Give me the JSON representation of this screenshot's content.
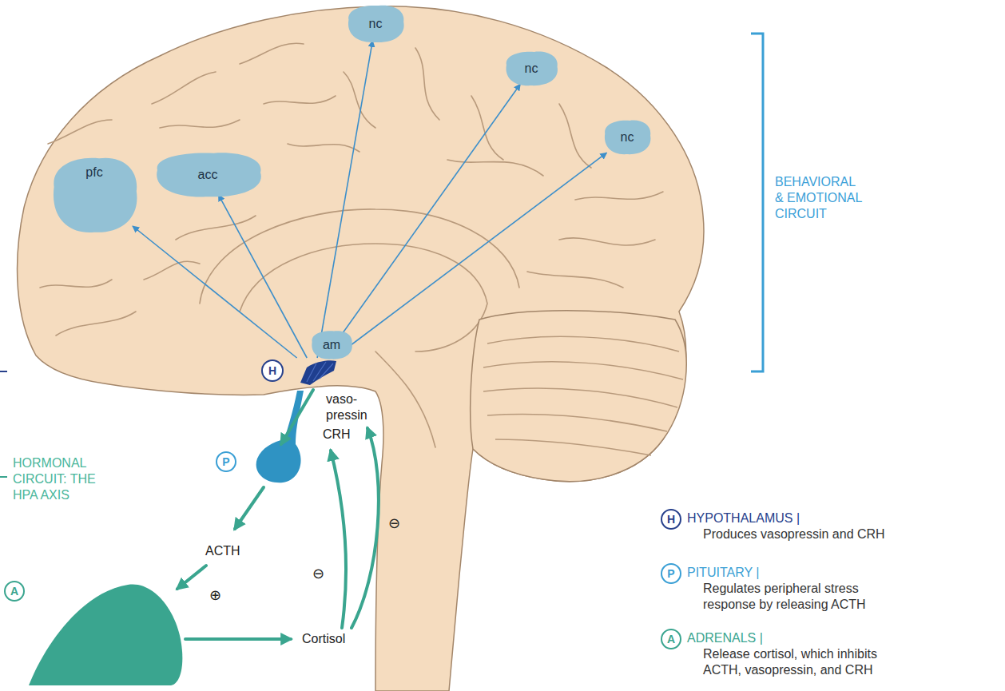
{
  "diagram": {
    "nodes": [
      {
        "text": [
          "nc"
        ]
      },
      {
        "text": [
          "nc"
        ]
      },
      {
        "text": [
          "nc"
        ]
      },
      {
        "text": [
          "pfc"
        ]
      },
      {
        "text": [
          "acc"
        ]
      },
      {
        "text": [
          "am"
        ]
      },
      {
        "text": [
          "H"
        ]
      },
      {
        "text": [
          "P"
        ]
      },
      {
        "text": [
          "A"
        ]
      },
      {
        "text": [
          "H"
        ]
      },
      {
        "text": [
          "P"
        ]
      },
      {
        "text": [
          "A"
        ]
      }
    ],
    "edges": [
      {
        "from": 6,
        "to": 3,
        "arrow": "to"
      },
      {
        "from": 6,
        "to": 4,
        "arrow": "to"
      },
      {
        "from": 6,
        "to": 0,
        "arrow": "to"
      },
      {
        "from": 6,
        "to": 1,
        "arrow": "to"
      },
      {
        "from": 6,
        "to": 2,
        "arrow": "to"
      }
    ],
    "labels": [
      "BEHAVIORAL & EMOTIONAL CIRCUIT",
      "HORMONAL CIRCUIT: THE HPA AXIS",
      "vaso- pressin",
      "CRH",
      "ACTH",
      "Cortisol",
      "⊖",
      "⊖",
      "⊕",
      "HYPOTHALAMUS |",
      "Produces vasopressin and CRH",
      "PITUITARY |",
      "Regulates peripheral stress response by releasing ACTH",
      "ADRENALS |",
      "Release cortisol, which inhibits ACTH, vasopressin, and CRH"
    ]
  }
}
